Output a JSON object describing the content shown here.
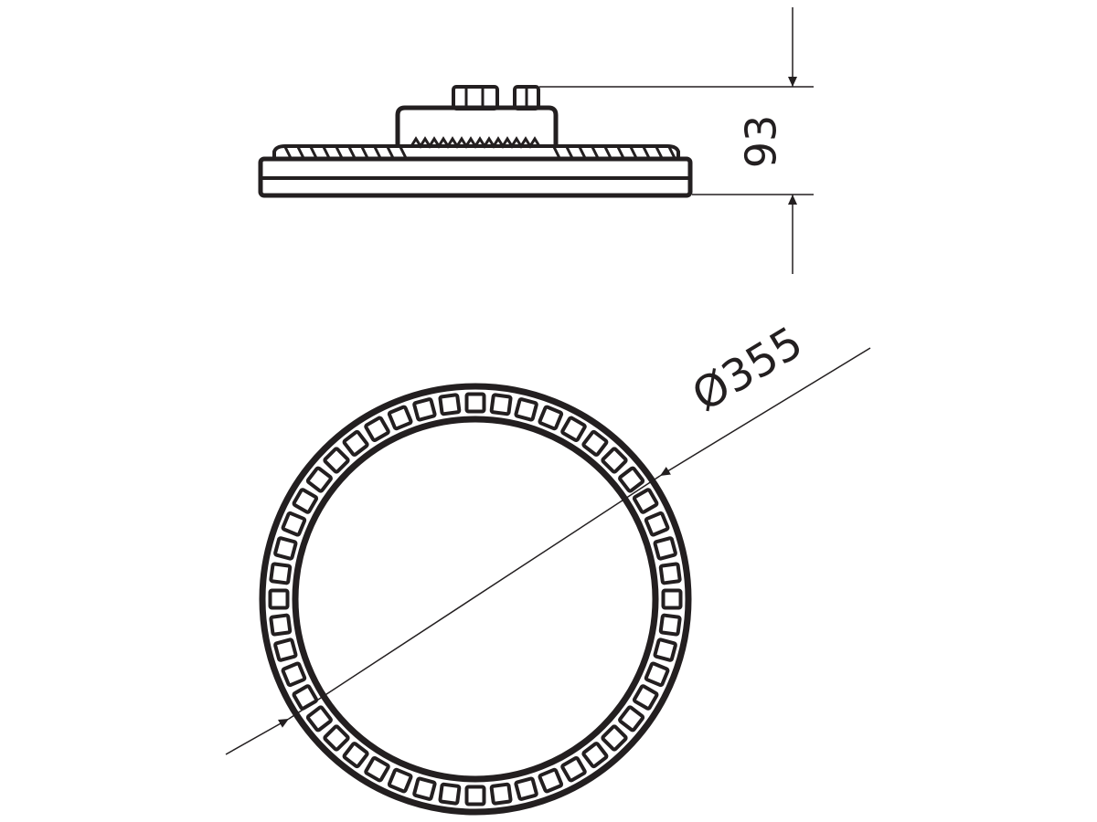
{
  "drawing": {
    "height_dimension": "93",
    "diameter_dimension": "Ø355",
    "ring_segment_count": 48
  },
  "colors": {
    "line": "#231f20",
    "background": "#ffffff"
  }
}
